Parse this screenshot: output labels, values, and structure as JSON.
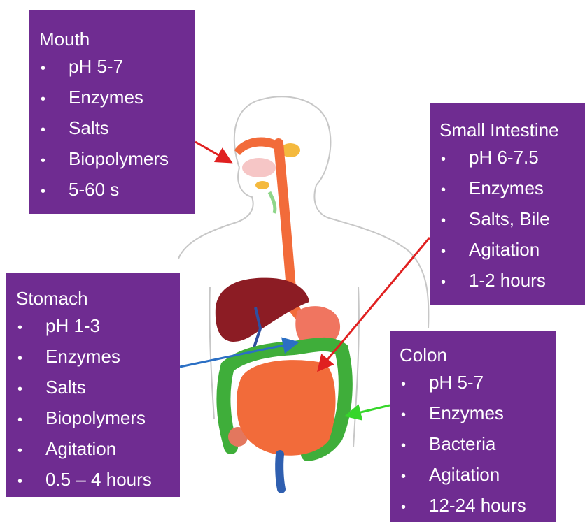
{
  "boxes": {
    "mouth": {
      "title": "Mouth",
      "items": [
        "pH 5-7",
        "Enzymes",
        "Salts",
        "Biopolymers",
        "5-60 s"
      ]
    },
    "small_intestine": {
      "title": "Small Intestine",
      "items": [
        "pH 6-7.5",
        "Enzymes",
        "Salts, Bile",
        "Agitation",
        "1-2 hours"
      ]
    },
    "stomach": {
      "title": "Stomach",
      "items": [
        "pH 1-3",
        "Enzymes",
        "Salts",
        "Biopolymers",
        "Agitation",
        "0.5 – 4 hours"
      ]
    },
    "colon": {
      "title": "Colon",
      "items": [
        "pH 5-7",
        "Enzymes",
        "Bacteria",
        "Agitation",
        "12-24 hours"
      ]
    }
  },
  "colors": {
    "box_fill": "#6f2c91",
    "arrow_mouth": "#e02020",
    "arrow_small_intestine": "#e02020",
    "arrow_stomach": "#2b6fc4",
    "arrow_colon": "#36d62a",
    "esophagus": "#f26b3a",
    "liver": "#8c1c24",
    "large_intestine": "#3fae3a",
    "small_intestine": "#f26b3a"
  },
  "bullet_glyph": "•"
}
